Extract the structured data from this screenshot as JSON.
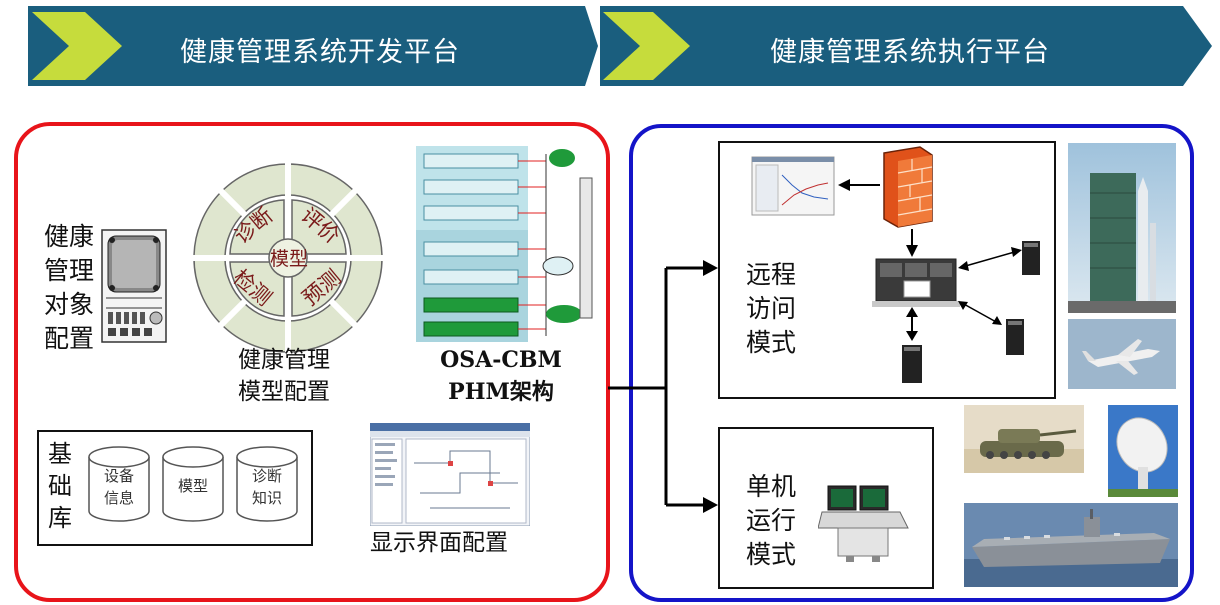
{
  "banners": {
    "dev_title": "健康管理系统开发平台",
    "exec_title": "健康管理系统执行平台"
  },
  "dev_platform": {
    "object_config_label": [
      "健康",
      "管理",
      "对象",
      "配置"
    ],
    "model_wheel": {
      "center": "模型",
      "segments": [
        "诊断",
        "评价",
        "检测",
        "预测"
      ]
    },
    "model_config_label": [
      "健康管理",
      "模型配置"
    ],
    "osa_label": [
      "OSA-CBM",
      "PHM架构"
    ],
    "database": {
      "label": [
        "基",
        "础",
        "库"
      ],
      "items": [
        [
          "设备",
          "信息"
        ],
        [
          "模型"
        ],
        [
          "诊断",
          "知识"
        ]
      ]
    },
    "display_config_label": "显示界面配置"
  },
  "exec_platform": {
    "remote_mode_label": [
      "远程",
      "访问",
      "模式"
    ],
    "standalone_mode_label": [
      "单机",
      "运行",
      "模式"
    ]
  },
  "colors": {
    "banner_blue": "#1a5e7e",
    "chevron_green": "#c6dc3c",
    "dev_border": "#e8141a",
    "exec_border": "#1414c8",
    "wheel_fill": "#dfe6cf",
    "wheel_text": "#7a1a1a"
  }
}
